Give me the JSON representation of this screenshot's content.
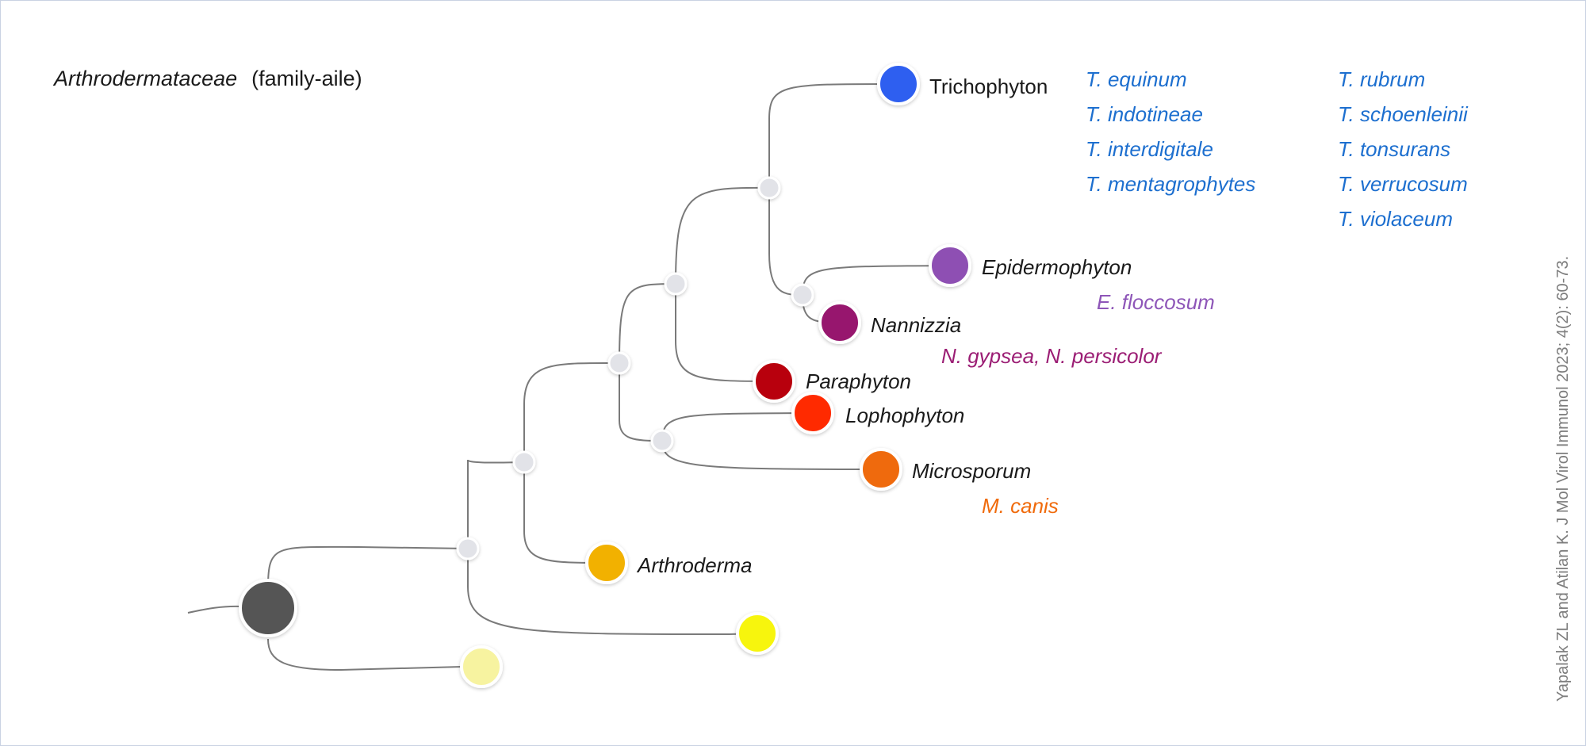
{
  "header": {
    "title_italic": "Arthrodermataceae",
    "title_suffix": "(family-aile)"
  },
  "citation": "Yapalak ZL and Atilan K. J Mol Virol Immunol 2023; 4(2): 60-73.",
  "genera": [
    {
      "key": "trichophyton",
      "name": "Trichophyton",
      "italic": false,
      "color": "#2f5ff0",
      "species": [
        "T. equinum",
        "T. indotineae",
        "T. interdigitale",
        "T. mentagrophytes",
        "T. rubrum",
        "T. schoenleinii",
        "T. tonsurans",
        "T. verrucosum",
        "T. violaceum"
      ],
      "species_color": "#1d6fcf"
    },
    {
      "key": "epidermophyton",
      "name": "Epidermophyton",
      "italic": true,
      "color": "#8e4fb3",
      "species": [
        "E. floccosum"
      ],
      "species_color": "#8e56b8"
    },
    {
      "key": "nannizzia",
      "name": "Nannizzia",
      "italic": true,
      "color": "#97186e",
      "species": [
        "N. gypsea, N. persicolor"
      ],
      "species_color": "#9b1d74"
    },
    {
      "key": "paraphyton",
      "name": "Paraphyton",
      "italic": true,
      "color": "#b80608",
      "species": []
    },
    {
      "key": "lophophyton",
      "name": "Lophophyton",
      "italic": true,
      "color": "#ff2a05",
      "species": []
    },
    {
      "key": "microsporum",
      "name": "Microsporum",
      "italic": true,
      "color": "#ef6a08",
      "species": [
        "M. canis"
      ],
      "species_color": "#f06b0c"
    },
    {
      "key": "arthroderma",
      "name": "Arthroderma",
      "italic": true,
      "color": "#f2b106",
      "species": []
    },
    {
      "key": "unlabeled_yellow",
      "name": "",
      "italic": false,
      "color": "#f7f50c",
      "species": []
    },
    {
      "key": "unlabeled_pale",
      "name": "",
      "italic": false,
      "color": "#f7f3a0",
      "species": []
    }
  ],
  "colors": {
    "root": "#555555",
    "internal_node": "#e2e3e8",
    "branch": "#7a7a7a"
  }
}
